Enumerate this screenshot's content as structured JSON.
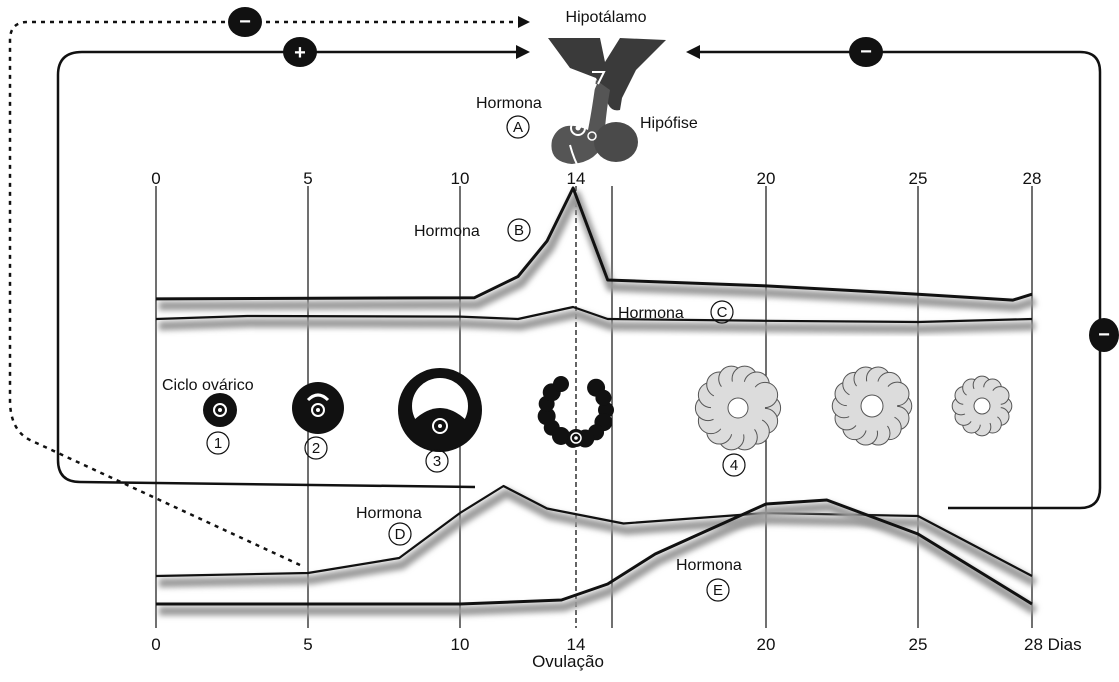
{
  "hypothalamus": "Hipotálamo",
  "pituitary": "Hipófise",
  "feedback": {
    "minus_top": "−",
    "plus_top": "+",
    "minus_right_top": "−",
    "minus_right_side": "−"
  },
  "hormones": {
    "prefix": "Hormona",
    "A": "A",
    "B": "B",
    "C": "C",
    "D": "D",
    "E": "E"
  },
  "ovarian_cycle_label": "Ciclo ovárico",
  "stages": [
    "1",
    "2",
    "3",
    "4"
  ],
  "top_ticks": [
    "0",
    "5",
    "10",
    "14",
    "20",
    "25",
    "28"
  ],
  "bottom_ticks": [
    "0",
    "5",
    "10",
    "14",
    "20",
    "25",
    "28 Dias"
  ],
  "ovulation_label": "Ovulação",
  "chart_data": {
    "type": "line",
    "x_unit": "Dias",
    "x_ticks": [
      0,
      5,
      10,
      14,
      20,
      25,
      28
    ],
    "series": [
      {
        "name": "Hormona B",
        "x": [
          0,
          10.5,
          12,
          13,
          13.9,
          15,
          20,
          25,
          27.5,
          28
        ],
        "y": [
          0.06,
          0.07,
          0.25,
          0.55,
          1.0,
          0.22,
          0.17,
          0.1,
          0.05,
          0.1
        ]
      },
      {
        "name": "Hormona C",
        "x": [
          0,
          3,
          10,
          12,
          13.9,
          15,
          20,
          25,
          28
        ],
        "y": [
          0.05,
          0.1,
          0.09,
          0.05,
          0.25,
          0.05,
          0.02,
          0.0,
          0.05
        ]
      },
      {
        "name": "Hormona D",
        "x": [
          0,
          5,
          8,
          10,
          11.5,
          13,
          15.5,
          20,
          25,
          28
        ],
        "y": [
          0.0,
          0.02,
          0.12,
          0.42,
          0.6,
          0.45,
          0.35,
          0.42,
          0.4,
          0.0
        ]
      },
      {
        "name": "Hormona E",
        "x": [
          0,
          10,
          13.5,
          15,
          16.5,
          20,
          22,
          25,
          28
        ],
        "y": [
          0.0,
          0.0,
          0.02,
          0.1,
          0.25,
          0.5,
          0.52,
          0.35,
          0.0
        ]
      }
    ]
  }
}
